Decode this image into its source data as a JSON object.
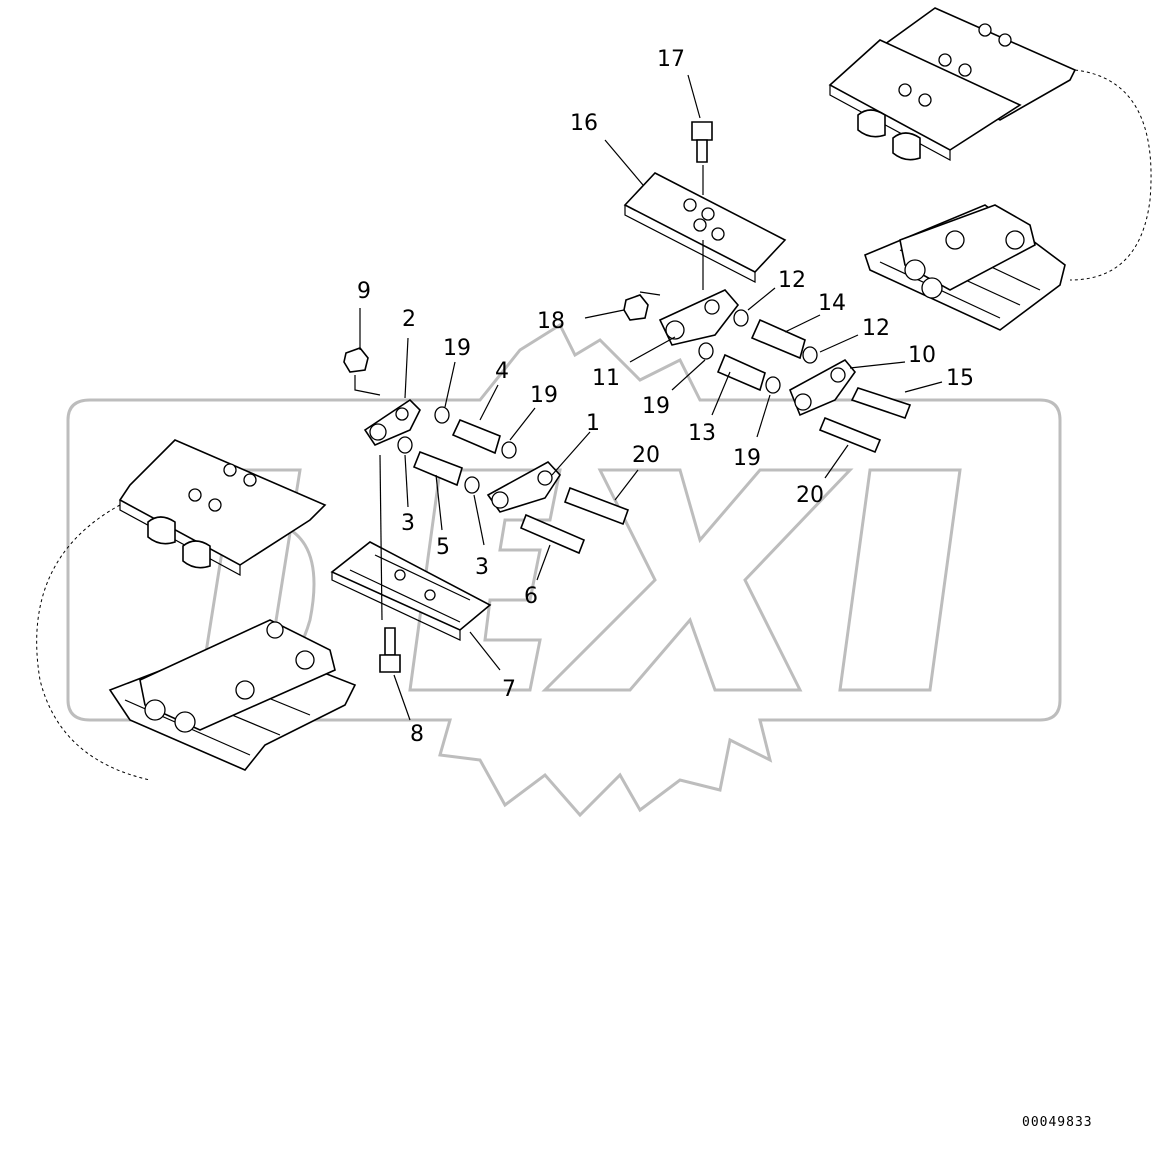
{
  "diagram": {
    "doc_number": "00049833",
    "callouts": [
      {
        "id": "c17",
        "text": "17"
      },
      {
        "id": "c16",
        "text": "16"
      },
      {
        "id": "c12a",
        "text": "12"
      },
      {
        "id": "c14",
        "text": "14"
      },
      {
        "id": "c12b",
        "text": "12"
      },
      {
        "id": "c18",
        "text": "18"
      },
      {
        "id": "c9",
        "text": "9"
      },
      {
        "id": "c2",
        "text": "2"
      },
      {
        "id": "c19a",
        "text": "19"
      },
      {
        "id": "c4",
        "text": "4"
      },
      {
        "id": "c19b",
        "text": "19"
      },
      {
        "id": "c11",
        "text": "11"
      },
      {
        "id": "c10",
        "text": "10"
      },
      {
        "id": "c15",
        "text": "15"
      },
      {
        "id": "c19c",
        "text": "19"
      },
      {
        "id": "c13",
        "text": "13"
      },
      {
        "id": "c1",
        "text": "1"
      },
      {
        "id": "c20a",
        "text": "20"
      },
      {
        "id": "c19d",
        "text": "19"
      },
      {
        "id": "c20b",
        "text": "20"
      },
      {
        "id": "c3a",
        "text": "3"
      },
      {
        "id": "c5",
        "text": "5"
      },
      {
        "id": "c3b",
        "text": "3"
      },
      {
        "id": "c6",
        "text": "6"
      },
      {
        "id": "c7",
        "text": "7"
      },
      {
        "id": "c8",
        "text": "8"
      }
    ]
  }
}
